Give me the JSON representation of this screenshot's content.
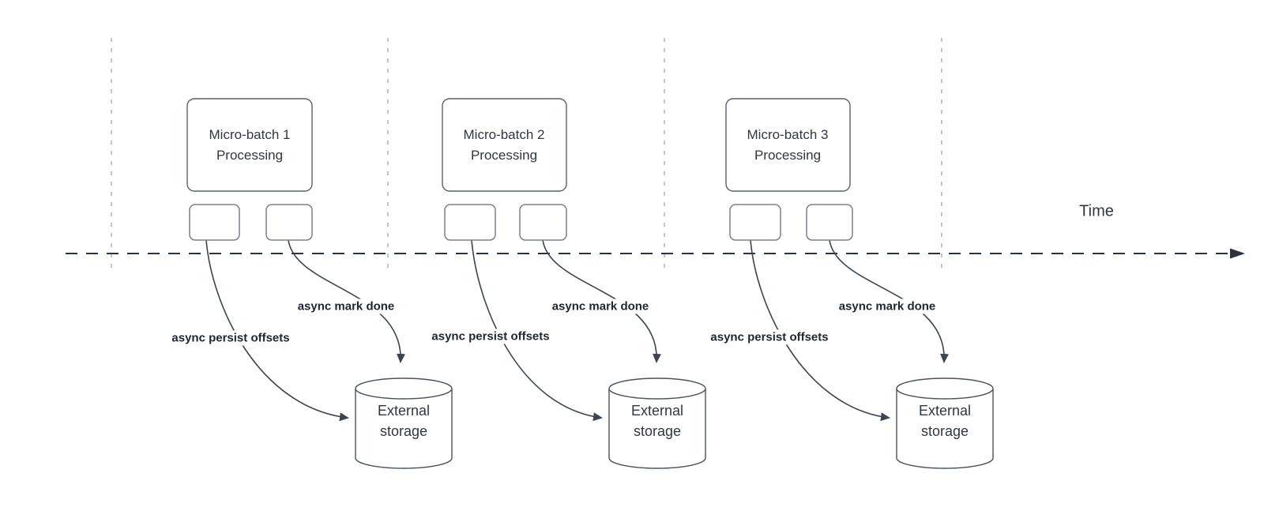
{
  "time_label": "Time",
  "groups": [
    {
      "box_line1": "Micro-batch 1",
      "box_line2": "Processing",
      "persist_label": "async persist offsets",
      "mark_done_label": "async mark done",
      "storage_line1": "External",
      "storage_line2": "storage"
    },
    {
      "box_line1": "Micro-batch 2",
      "box_line2": "Processing",
      "persist_label": "async persist offsets",
      "mark_done_label": "async mark done",
      "storage_line1": "External",
      "storage_line2": "storage"
    },
    {
      "box_line1": "Micro-batch 3",
      "box_line2": "Processing",
      "persist_label": "async persist offsets",
      "mark_done_label": "async mark done",
      "storage_line1": "External",
      "storage_line2": "storage"
    }
  ],
  "colors": {
    "connector": "#3d4650",
    "timeline": "#2b323c",
    "guide": "#a8acb3",
    "box_border": "#59606b",
    "small_box_border": "#7b828b",
    "cylinder_border": "#4a525c",
    "text": "#2f3743",
    "label_text": "#1d2633"
  }
}
